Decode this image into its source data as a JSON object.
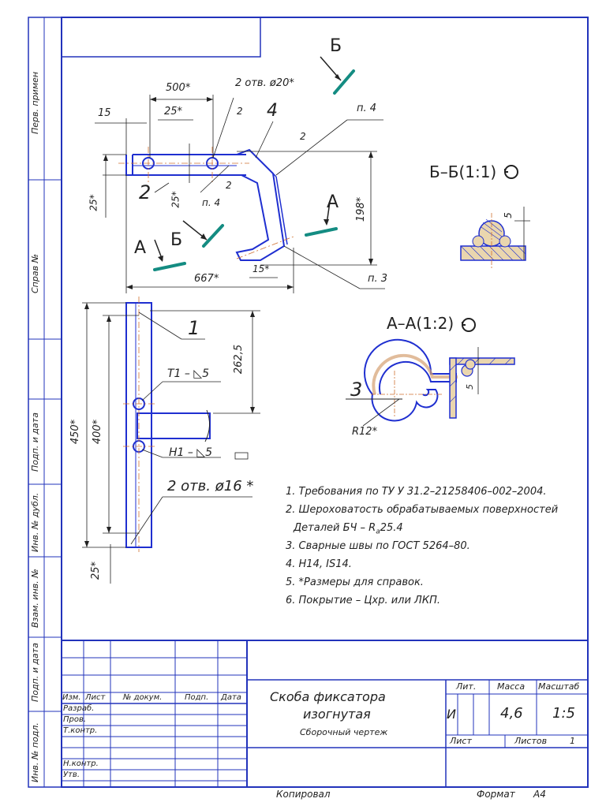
{
  "side_stamp": {
    "perv_primen": "Перв. примен",
    "sprav_no": "Справ №",
    "podp_data_1": "Подп. и дата",
    "inv_dubl": "Инв. № дубл.",
    "vzam_inv": "Взам. инв. №",
    "podp_data_2": "Подп. и дата",
    "inv_podl": "Инв. № подл."
  },
  "view_main": {
    "dim_500": "500*",
    "dim_2holes_20": "2 отв. ø20*",
    "dim_15": "15",
    "dim_25a": "25*",
    "dim_4": "4",
    "leader_p4": "п. 4",
    "weld_2a": "2",
    "weld_2b": "2",
    "weld_2c": "2",
    "part_2": "2",
    "dim_25b": "25*",
    "dim_25c": "25*",
    "p4_small": "п. 4",
    "dim_198": "198*",
    "view_B_top": "Б",
    "view_A_right": "А",
    "view_A_left": "А",
    "view_B_left": "Б",
    "dim_667": "667*",
    "dim_15b": "15*",
    "leader_p3": "п. 3"
  },
  "section_BB": {
    "title": "Б–Б(1:1)",
    "dim_5": "5"
  },
  "section_AA": {
    "title": "А–А(1:2)",
    "part_3": "3",
    "dim_R12": "R12*",
    "dim_5": "5"
  },
  "view_side": {
    "part_1": "1",
    "weld_T1": "Т1 – ◺5",
    "weld_H1": "Н1 – ◺5",
    "dim_262": "262,5",
    "dim_450": "450*",
    "dim_400": "400*",
    "dim_25": "25*",
    "holes_16": "2 отв. ø16 *"
  },
  "notes": [
    "1. Требования по ТУ У 31.2–21258406–002–2004.",
    "2. Шероховатость обрабатываемых поверхностей",
    "Деталей БЧ – R",
    "3. Сварные швы по ГОСТ 5264–80.",
    "4. Н14, IS14.",
    "5. *Размеры для справок.",
    "6. Покрытие – Цхр. или ЛКП."
  ],
  "roughness_sub": "a",
  "roughness_val": "25.4",
  "title_block": {
    "izm": "Изм.",
    "list": "Лист",
    "n_dokum": "№ докум.",
    "podp": "Подп.",
    "data": "Дата",
    "razrab": "Разраб.",
    "prov": "Пров.",
    "t_kontr": "Т.контр.",
    "n_kontr": "Н.контр.",
    "utv": "Утв.",
    "name_line1": "Скоба фиксатора",
    "name_line2": "изогнутая",
    "doc_type": "Сборочный чертеж",
    "lit_header": "Лит.",
    "massa_header": "Масса",
    "masshtab_header": "Масштаб",
    "lit_value": "И",
    "massa_value": "4,6",
    "masshtab_value": "1:5",
    "list_label": "Лист",
    "listov_label": "Листов",
    "listov_value": "1"
  },
  "footer": {
    "kopiroval": "Копировал",
    "format_label": "Формат",
    "format_value": "А4"
  },
  "colors": {
    "frame": "#2233bb",
    "part": "#1f2fd0",
    "hatch": "#c9a56a",
    "section_arrow": "#148c82",
    "text": "#222222"
  }
}
